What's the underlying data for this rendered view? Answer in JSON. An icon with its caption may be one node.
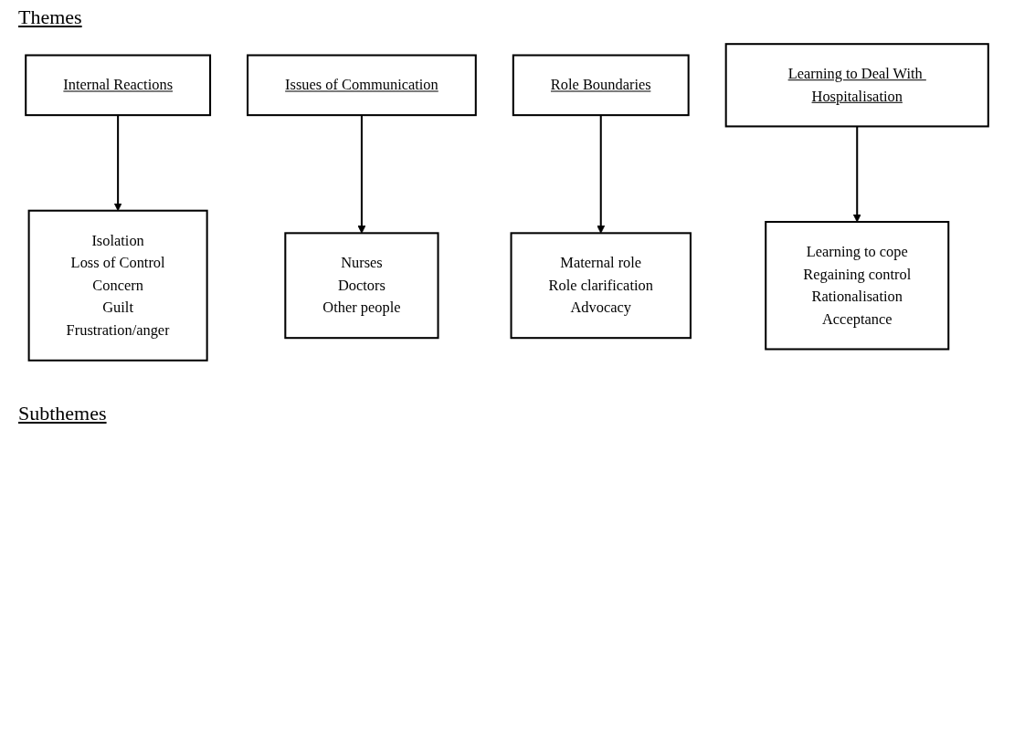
{
  "diagram": {
    "nodes": [
      {
        "text": [
          "Internal Reactions"
        ]
      },
      {
        "text": [
          "Issues of Communication"
        ]
      },
      {
        "text": [
          "Role Boundaries"
        ]
      },
      {
        "text": [
          "Learning to Deal With Hospitalisation"
        ]
      },
      {
        "text": [
          "Isolation",
          "Loss of Control",
          "Concern",
          "Guilt",
          "Frustration/anger"
        ]
      },
      {
        "text": [
          "Nurses",
          "Doctors",
          "Other people"
        ]
      },
      {
        "text": [
          "Maternal role",
          "Role clarification",
          "Advocacy"
        ]
      },
      {
        "text": [
          "Learning to cope",
          "Regaining control",
          "Rationalisation",
          "Acceptance"
        ]
      }
    ],
    "edges": [
      {
        "from": 0,
        "to": 4,
        "arrow": "to"
      },
      {
        "from": 1,
        "to": 5,
        "arrow": "to"
      },
      {
        "from": 2,
        "to": 6,
        "arrow": "to"
      },
      {
        "from": 3,
        "to": 7,
        "arrow": "to"
      }
    ],
    "labels": [
      "Themes",
      "Subthemes"
    ]
  }
}
